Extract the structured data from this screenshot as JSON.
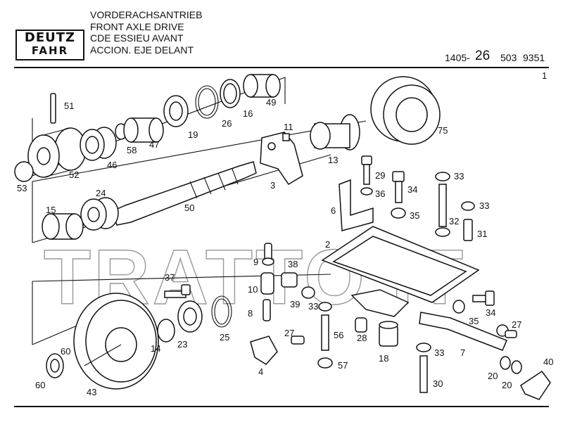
{
  "logo": {
    "line1": "DEUTZ",
    "line2": "FAHR"
  },
  "titles": [
    "VORDERACHSANTRIEB",
    "FRONT AXLE DRIVE",
    "CDE ESSIEU AVANT",
    "ACCION. EJE DELANT"
  ],
  "part_number": {
    "prefix": "1405-",
    "main": "26",
    "code1": "503",
    "code2": "9351"
  },
  "page_number": "1",
  "watermark": "TRATTO.IT",
  "callouts": {
    "c51": "51",
    "c53": "53",
    "c52": "52",
    "c46": "46",
    "c58": "58",
    "c47": "47",
    "c19": "19",
    "c26": "26",
    "c16": "16",
    "c49": "49",
    "c11": "11",
    "c3": "3",
    "c13": "13",
    "c75": "75",
    "c50": "50",
    "c24": "24",
    "c15": "15",
    "c29": "29",
    "c36": "36",
    "c6": "6",
    "c34a": "34",
    "c35a": "35",
    "c33a": "33",
    "c33b": "33",
    "c32": "32",
    "c31": "31",
    "c2": "2",
    "c9": "9",
    "c38": "38",
    "c10": "10",
    "c39": "39",
    "c37": "37",
    "c8": "8",
    "c33c": "33",
    "c34b": "34",
    "c35b": "35",
    "c27a": "27",
    "c27b": "27",
    "c14": "14",
    "c23": "23",
    "c25": "25",
    "c4": "4",
    "c56": "56",
    "c28": "28",
    "c18": "18",
    "c33d": "33",
    "c7": "7",
    "c57": "57",
    "c60a": "60",
    "c60b": "60",
    "c43": "43",
    "c30": "30",
    "c20a": "20",
    "c20b": "20",
    "c40": "40"
  }
}
